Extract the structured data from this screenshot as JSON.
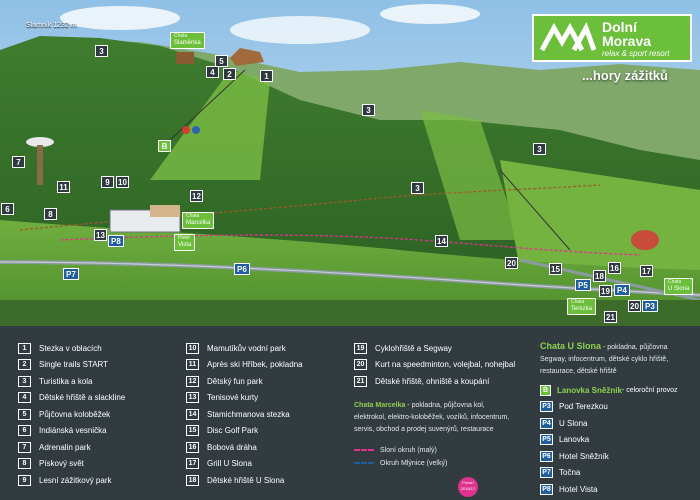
{
  "brand": {
    "name_line1": "Dolní",
    "name_line2": "Morava",
    "subtitle": "relax & sport resort",
    "tagline": "...hory zážitků"
  },
  "map": {
    "summit_label": "Slamník 1232 m",
    "signs": {
      "slamenka": {
        "small": "Chata",
        "name": "Slaměnka"
      },
      "marcelka": {
        "small": "Chata",
        "name": "Marcelka"
      },
      "vista": {
        "small": "Hotel",
        "name": "Vista"
      },
      "terezka": {
        "small": "Chata",
        "name": "Terezka"
      },
      "u_slona": {
        "small": "Chata",
        "name": "U Slona"
      }
    },
    "badges": {
      "b1": "1",
      "b2": "2",
      "b3a": "3",
      "b3b": "3",
      "b3c": "3",
      "b3d": "3",
      "b4": "4",
      "b5": "5",
      "b6": "6",
      "b7": "7",
      "b8": "8",
      "b9": "9",
      "b10": "10",
      "b11": "11",
      "b12": "12",
      "b13": "13",
      "b14": "14",
      "b15": "15",
      "b16": "16",
      "b17": "17",
      "b18": "18",
      "b19": "19",
      "b20": "20",
      "b21": "21",
      "bB": "B"
    },
    "parking": {
      "p3": "P3",
      "p4": "P4",
      "p5": "P5",
      "p6": "P6",
      "p7": "P7",
      "p8": "P8"
    }
  },
  "legend": {
    "col1": [
      {
        "num": "1",
        "label": "Stezka v oblacích"
      },
      {
        "num": "2",
        "label": "Single trails START"
      },
      {
        "num": "3",
        "label": "Turistika a kola"
      },
      {
        "num": "4",
        "label": "Dětské hřiště a slackline"
      },
      {
        "num": "5",
        "label": "Půjčovna koloběžek"
      },
      {
        "num": "6",
        "label": "Indiánská vesnička"
      },
      {
        "num": "7",
        "label": "Adrenalin park"
      },
      {
        "num": "8",
        "label": "Pískový svět"
      },
      {
        "num": "9",
        "label": "Lesní zážitkový park"
      }
    ],
    "col2": [
      {
        "num": "10",
        "label": "Mamutíkův vodní park"
      },
      {
        "num": "11",
        "label": "Après ski Hříbek, pokladna"
      },
      {
        "num": "12",
        "label": "Dětský fun park"
      },
      {
        "num": "13",
        "label": "Tenisové kurty"
      },
      {
        "num": "14",
        "label": "Stamichmanova stezka"
      },
      {
        "num": "15",
        "label": "Disc Golf Park"
      },
      {
        "num": "16",
        "label": "Bobová dráha"
      },
      {
        "num": "17",
        "label": "Grill U Slona"
      },
      {
        "num": "18",
        "label": "Dětské hřiště U Slona"
      }
    ],
    "col3": [
      {
        "num": "19",
        "label": "Cyklohřiště a Segway"
      },
      {
        "num": "20",
        "label": "Kurt na speedminton, volejbal, nohejbal"
      },
      {
        "num": "21",
        "label": "Dětské hřiště, ohniště a koupání"
      }
    ],
    "marcelka": {
      "title": "Chata Marcelka",
      "line1": " - pokladna, půjčovna kol,",
      "line2": "elektrokol, elektro-koloběžek, vozíků, infocentrum,",
      "line3": "servis, obchod a prodej suvenýrů, restaurace"
    },
    "routes": {
      "small": "Sloní okruh (malý)",
      "big": "Okruh Mlýnice (velký)",
      "small_color": "#e0338e",
      "big_color": "#1f5f9e",
      "stamp": "Pozor! 2016/17"
    },
    "u_slona": {
      "title": "Chata U Slona",
      "line1": " - pokladna, půjčovna",
      "line2": "Segway, infocentrum, dětské cyklo hřiště,",
      "line3": "restaurace, dětské hřiště"
    },
    "lanovka": {
      "badge": "B",
      "title": "Lanovka Sněžník",
      "rest": " - celoroční provoz"
    },
    "parking": [
      {
        "num": "P3",
        "label": "Pod Terezkou"
      },
      {
        "num": "P4",
        "label": "U Slona"
      },
      {
        "num": "P5",
        "label": "Lanovka"
      },
      {
        "num": "P6",
        "label": "Hotel Sněžník"
      },
      {
        "num": "P7",
        "label": "Točna"
      },
      {
        "num": "P8",
        "label": "Hotel Vista"
      }
    ]
  },
  "colors": {
    "brand_green": "#6bbf3a",
    "parking_blue": "#1f5f9e",
    "legend_bg": "#313b40"
  }
}
